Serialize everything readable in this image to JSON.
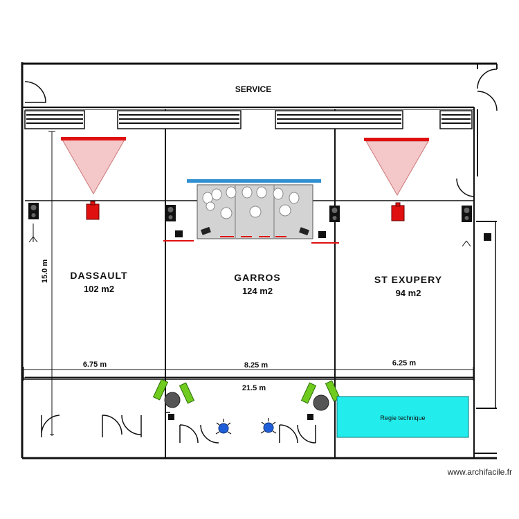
{
  "plan": {
    "service_label": "SERVICE",
    "rooms": [
      {
        "name": "DASSAULT",
        "area": "102  m2"
      },
      {
        "name": "GARROS",
        "area": "124  m2"
      },
      {
        "name": "ST EXUPERY",
        "area": "94  m2"
      }
    ],
    "dimensions": {
      "height": "15.0 m",
      "dassault_width": "6.75 m",
      "garros_width": "8.25 m",
      "exupery_width": "6.25 m",
      "total_width": "21.5 m"
    },
    "regie_label": "Regie technique",
    "colors": {
      "projection_cone": "#f4c7c9",
      "screen_bar": "#e01010",
      "projector": "#e01010",
      "truss_bar": "#2f8fd0",
      "stage": "#d0d0d0",
      "regie": "#22ecec",
      "camera": "#6fcc1e",
      "light": "#1e5ed8"
    },
    "icons": [
      "speaker-icon",
      "projector-icon",
      "camera-icon",
      "spotlight-icon",
      "tripod-icon"
    ]
  },
  "watermark": "www.archifacile.fr"
}
